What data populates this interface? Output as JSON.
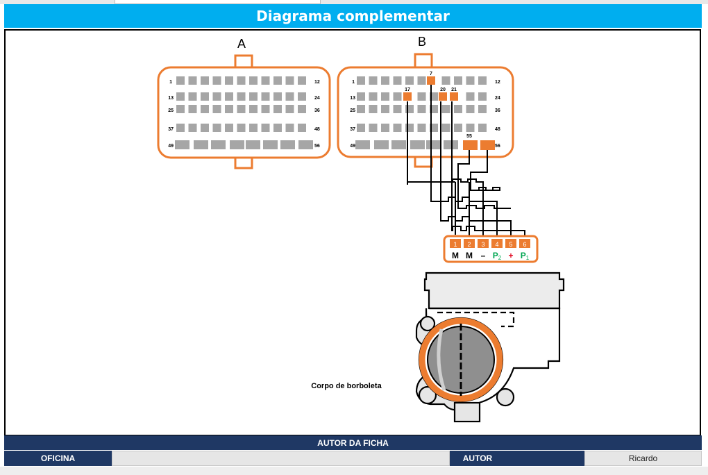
{
  "header": {
    "title": "Diagrama complementar"
  },
  "colors": {
    "header_bg": "#00aeef",
    "connector_orange": "#ec7c30",
    "pin_gray": "#a6a6a6",
    "footer_navy": "#1f3864",
    "pin_green": "#00a651",
    "pin_red": "#e0001b"
  },
  "connector_a": {
    "label": "A",
    "row_labels": {
      "r1_left": "1",
      "r1_right": "12",
      "r2_left": "13",
      "r2_right": "24",
      "r3_left": "25",
      "r3_right": "36",
      "r4_left": "37",
      "r4_right": "48",
      "r5_left": "49",
      "r5_right": "56"
    }
  },
  "connector_b": {
    "label": "B",
    "row_labels": {
      "r1_left": "1",
      "r1_right": "12",
      "r2_left": "13",
      "r2_right": "24",
      "r3_left": "25",
      "r3_right": "36",
      "r4_left": "37",
      "r4_right": "48",
      "r5_left": "49",
      "r5_right": "56"
    },
    "used_pins": [
      "7",
      "17",
      "20",
      "21",
      "55"
    ]
  },
  "component_connector": {
    "pins": [
      {
        "number": "1",
        "function": "M"
      },
      {
        "number": "2",
        "function": "M"
      },
      {
        "number": "3",
        "function": "–"
      },
      {
        "number": "4",
        "function": "P",
        "sub": "2"
      },
      {
        "number": "5",
        "function": "+"
      },
      {
        "number": "6",
        "function": "P",
        "sub": "1"
      }
    ]
  },
  "component": {
    "label": "Corpo de borboleta"
  },
  "footer": {
    "title": "AUTOR DA FICHA",
    "oficina_label": "OFICINA",
    "oficina_value": "",
    "autor_label": "AUTOR",
    "autor_value": "",
    "autor_name": "Ricardo"
  }
}
